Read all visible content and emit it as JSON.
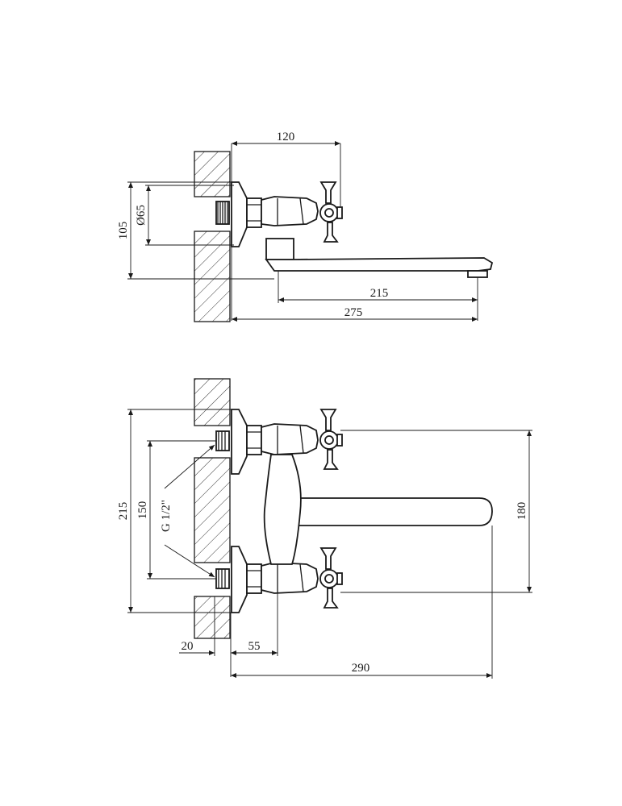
{
  "top_view": {
    "dim_width_120": "120",
    "dim_height_105": "105",
    "dim_diameter": "Ø65",
    "dim_spout_215": "215",
    "dim_total_275": "275"
  },
  "front_view": {
    "dim_height_215": "215",
    "dim_spacing_150": "150",
    "dim_thread": "G 1/2\"",
    "dim_height_180": "180",
    "dim_depth_20": "20",
    "dim_offset_55": "55",
    "dim_total_290": "290"
  }
}
